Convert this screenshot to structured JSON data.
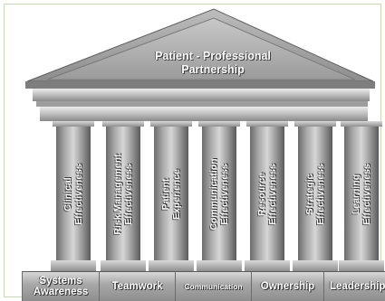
{
  "pediment": {
    "line1": "Patient - Professional",
    "line2": "Partnership"
  },
  "pillars": [
    {
      "line1": "Clinical",
      "line2": "Effectiveness"
    },
    {
      "line1": "Risk Management",
      "line2": "Effectiveness"
    },
    {
      "line1": "Patient",
      "line2": "Experience"
    },
    {
      "line1": "Communication",
      "line2": "Effectiveness"
    },
    {
      "line1": "Resource",
      "line2": "Effectiveness"
    },
    {
      "line1": "Strategic",
      "line2": "Effectiveness"
    },
    {
      "line1": "Learning",
      "line2": "Effectiveness"
    }
  ],
  "foundation": [
    {
      "line1": "Systems",
      "line2": "Awareness"
    },
    {
      "line1": "Teamwork"
    },
    {
      "line1": "Communication"
    },
    {
      "line1": "Ownership"
    },
    {
      "line1": "Leadership"
    }
  ],
  "colors": {
    "stone_light": "#e4e4e4",
    "stone_mid": "#a8a8a8",
    "stone_dark": "#5e5e5e",
    "frame": "#c6d9b8"
  }
}
